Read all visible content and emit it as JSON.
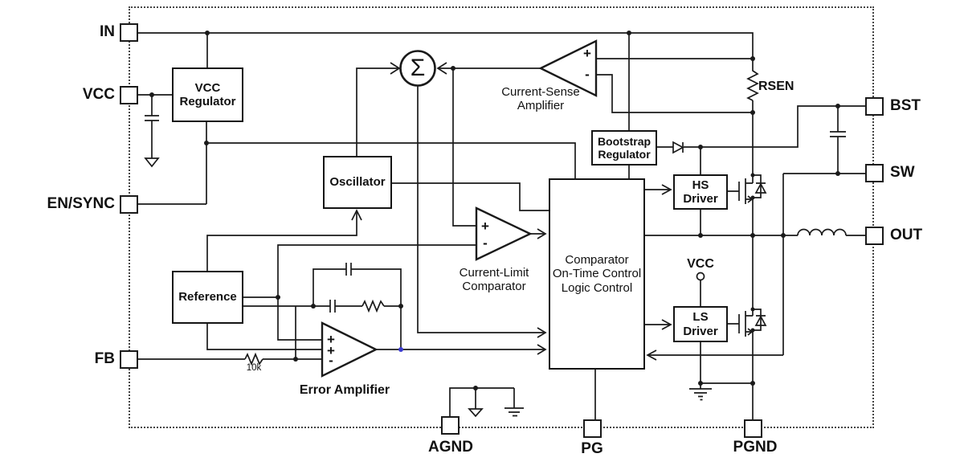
{
  "pins": {
    "left": [
      {
        "label": "IN"
      },
      {
        "label": "VCC"
      },
      {
        "label": "EN/SYNC"
      },
      {
        "label": "FB"
      }
    ],
    "right": [
      {
        "label": "BST"
      },
      {
        "label": "SW"
      },
      {
        "label": "OUT"
      }
    ],
    "bottom": [
      {
        "label": "AGND"
      },
      {
        "label": "PG"
      },
      {
        "label": "PGND"
      }
    ]
  },
  "blocks": {
    "vcc_regulator": {
      "label": "VCC\nRegulator"
    },
    "oscillator": {
      "label": "Oscillator"
    },
    "reference": {
      "label": "Reference"
    },
    "bootstrap_regulator": {
      "label": "Bootstrap\nRegulator"
    },
    "control_logic": {
      "label": "Comparator\nOn-Time Control\nLogic Control"
    },
    "hs_driver": {
      "label": "HS\nDriver"
    },
    "ls_driver": {
      "label": "LS\nDriver"
    }
  },
  "amplifiers": {
    "current_sense": {
      "label": "Current-Sense\nAmplifier",
      "plus": "+",
      "minus": "-"
    },
    "current_limit": {
      "label": "Current-Limit\nComparator",
      "plus": "+",
      "minus": "-"
    },
    "error_amplifier": {
      "label": "Error Amplifier",
      "plus1": "+",
      "plus2": "+",
      "minus": "-"
    }
  },
  "components": {
    "sum_junction": "Σ",
    "rsen_label": "RSEN",
    "feedback_resistor_label": "10k",
    "ls_driver_supply_label": "VCC"
  },
  "colors": {
    "line": "#1a1a1a",
    "background": "#ffffff",
    "junction_highlight": "#3b3bd0"
  }
}
